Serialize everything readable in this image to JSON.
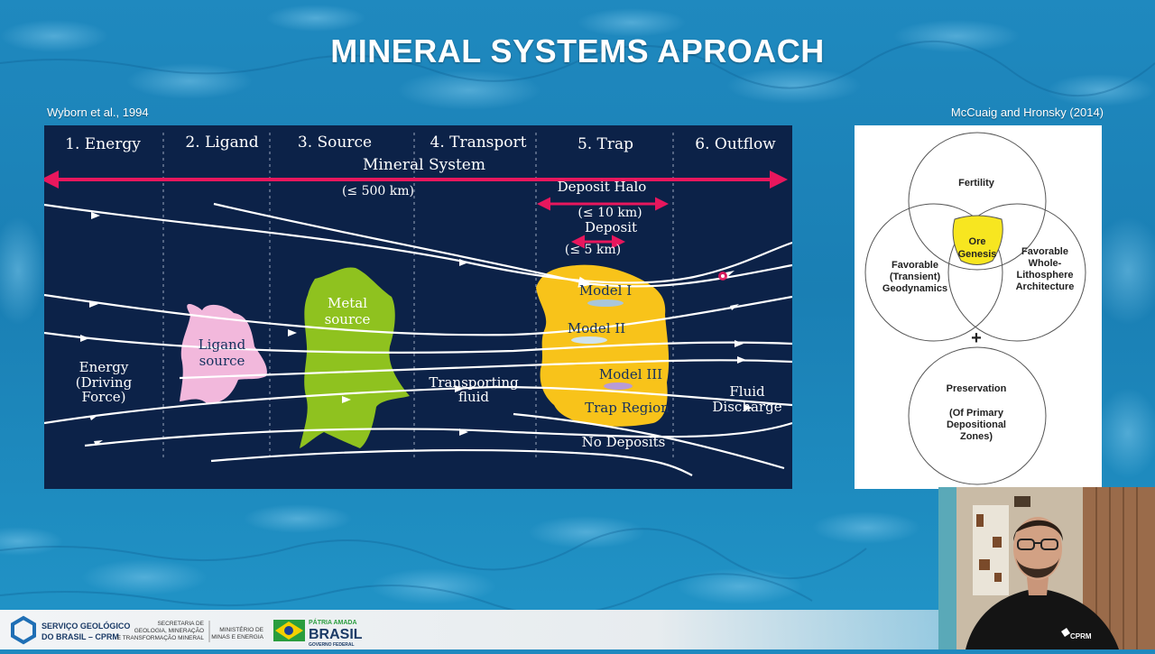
{
  "slide": {
    "title": "MINERAL SYSTEMS APROACH",
    "citation_left": "Wyborn et al., 1994",
    "citation_right": "McCuaig and Hronsky (2014)"
  },
  "diagram": {
    "stages": [
      "1. Energy",
      "2. Ligand",
      "3. Source",
      "4. Transport",
      "5. Trap",
      "6. Outflow"
    ],
    "mineral_system_label": "Mineral System",
    "mineral_system_scale": "(≤ 500 km)",
    "deposit_halo_label": "Deposit Halo",
    "deposit_halo_scale": "(≤ 10 km)",
    "deposit_label": "Deposit",
    "deposit_scale": "(≤ 5 km)",
    "energy_label": [
      "Energy",
      "(Driving",
      "Force)"
    ],
    "ligand_label": [
      "Ligand",
      "source"
    ],
    "metal_label": [
      "Metal",
      "source"
    ],
    "transport_label": [
      "Transporting",
      "fluid"
    ],
    "model_1": "Model I",
    "model_2": "Model II",
    "model_3": "Model III",
    "trap_region": "Trap Region",
    "fluid_discharge": [
      "Fluid",
      "Discharge"
    ],
    "no_deposits": "No Deposits",
    "colors": {
      "background": "#0c2248",
      "arrow": "#e8175d",
      "ligand": "#f2b8dc",
      "metal": "#8fc21f",
      "trap": "#f8c31a"
    }
  },
  "venn": {
    "fertility": "Fertility",
    "ore_genesis": [
      "Ore",
      "Genesis"
    ],
    "left": [
      "Favorable",
      "(Transient)",
      "Geodynamics"
    ],
    "right": [
      "Favorable",
      "Whole-",
      "Lithosphere",
      "Architecture"
    ],
    "plus": "+",
    "preservation": "Preservation",
    "preservation_sub": [
      "(Of Primary",
      "Depositional",
      "Zones)"
    ]
  },
  "footer": {
    "cprm_line1": "SERVIÇO GEOLÓGICO",
    "cprm_line2": "DO BRASIL – CPRM",
    "sec_line1": "SECRETARIA DE",
    "sec_line2": "GEOLOGIA, MINERAÇÃO",
    "sec_line3": "E TRANSFORMAÇÃO MINERAL",
    "min_line1": "MINISTÉRIO DE",
    "min_line2": "MINAS E ENERGIA",
    "gov_line1": "PÁTRIA AMADA",
    "gov_line2": "BRASIL",
    "gov_line3": "GOVERNO FEDERAL"
  },
  "webcam": {
    "shirt_logo": "CPRM"
  }
}
